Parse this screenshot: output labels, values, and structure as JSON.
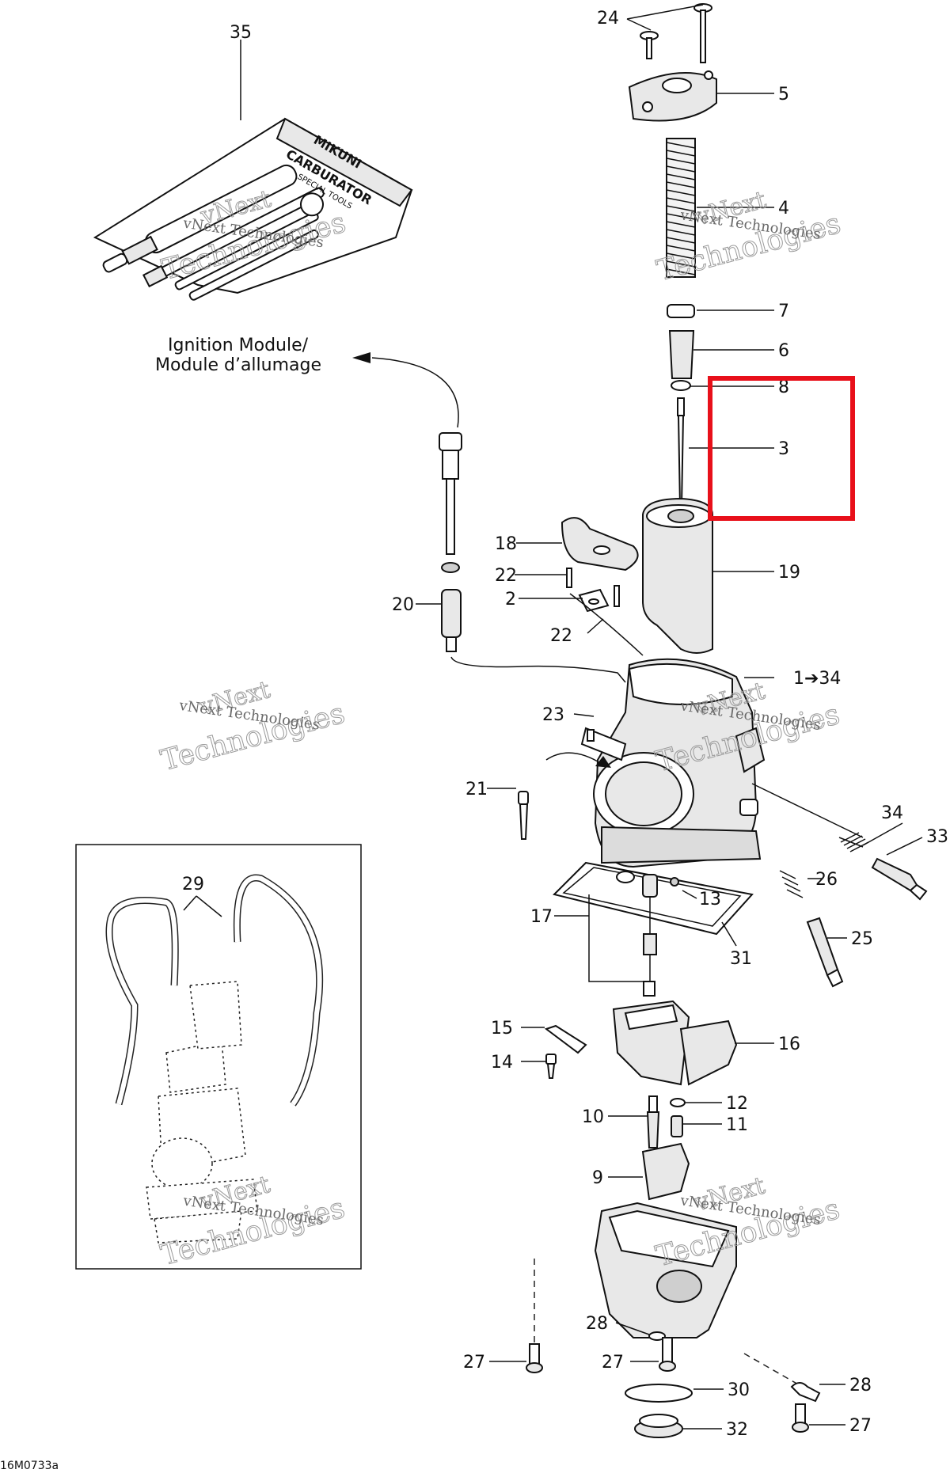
{
  "module_label": {
    "line1": "Ignition Module/",
    "line2": "Module d’allumage"
  },
  "figure_code": "16M0733a",
  "tool_kit_text": {
    "line1": "MIKUNI",
    "line2": "CARBURATOR",
    "line3": "SPECIAL TOOLS"
  },
  "watermark": {
    "line1": "vNext",
    "line2": "Technologies",
    "small": "vNext Technologies"
  },
  "highlight": {
    "color": "#e8101a"
  },
  "callouts": {
    "c35": "35",
    "c24": "24",
    "c5": "5",
    "c4": "4",
    "c7": "7",
    "c6": "6",
    "c8": "8",
    "c3": "3",
    "c18": "18",
    "c22a": "22",
    "c2": "2",
    "c22b": "22",
    "c20": "20",
    "c19": "19",
    "c1to34": "1➔34",
    "c23": "23",
    "c21": "21",
    "c34": "34",
    "c33": "33",
    "c26": "26",
    "c25": "25",
    "c29": "29",
    "c13": "13",
    "c17": "17",
    "c31": "31",
    "c15": "15",
    "c16": "16",
    "c14": "14",
    "c12": "12",
    "c10": "10",
    "c11": "11",
    "c9": "9",
    "c28a": "28",
    "c27a": "27",
    "c27b": "27",
    "c30": "30",
    "c28b": "28",
    "c32": "32",
    "c27c": "27"
  }
}
